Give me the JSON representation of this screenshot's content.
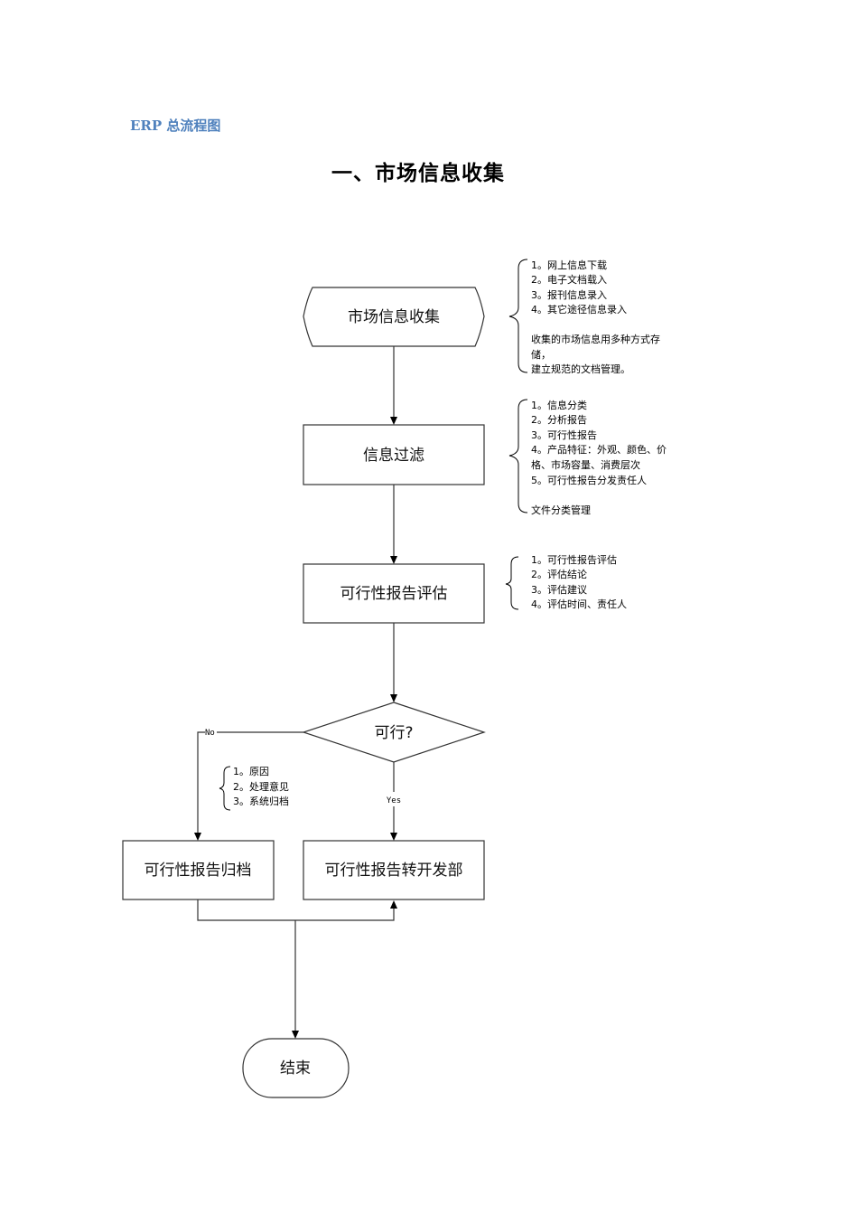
{
  "document": {
    "heading": "ERP 总流程图",
    "section_title": "一、市场信息收集"
  },
  "flowchart": {
    "nodes": {
      "start": {
        "label": "市场信息收集",
        "shape": "preparation"
      },
      "filter": {
        "label": "信息过滤",
        "shape": "process"
      },
      "evaluate": {
        "label": "可行性报告评估",
        "shape": "process"
      },
      "decision": {
        "label": "可行?",
        "shape": "decision"
      },
      "archive": {
        "label": "可行性报告归档",
        "shape": "process"
      },
      "transfer": {
        "label": "可行性报告转开发部",
        "shape": "process"
      },
      "end": {
        "label": "结束",
        "shape": "terminator"
      }
    },
    "edges": [
      {
        "from": "start",
        "to": "filter",
        "label": ""
      },
      {
        "from": "filter",
        "to": "evaluate",
        "label": ""
      },
      {
        "from": "evaluate",
        "to": "decision",
        "label": ""
      },
      {
        "from": "decision",
        "to": "archive",
        "label": "No"
      },
      {
        "from": "decision",
        "to": "transfer",
        "label": "Yes"
      },
      {
        "from": "archive",
        "to": "transfer",
        "label": ""
      },
      {
        "from": "archive",
        "to": "end",
        "label": ""
      }
    ],
    "edge_labels": {
      "no": "No",
      "yes": "Yes"
    },
    "notes": {
      "start": [
        "1。网上信息下载",
        "2。电子文档载入",
        "3。报刊信息录入",
        "4。其它途径信息录入",
        "",
        "收集的市场信息用多种方式存",
        "储，",
        "建立规范的文档管理。"
      ],
      "filter": [
        "1。信息分类",
        "2。分析报告",
        "3。可行性报告",
        "4。产品特征：外观、颜色、价",
        "格、市场容量、消费层次",
        "5。可行性报告分发责任人",
        "",
        "文件分类管理"
      ],
      "evaluate": [
        "1。可行性报告评估",
        "2。评估结论",
        "3。评估建议",
        "4。评估时间、责任人"
      ],
      "no_branch": [
        "1。原因",
        "2。处理意见",
        "3。系统归档"
      ]
    }
  }
}
